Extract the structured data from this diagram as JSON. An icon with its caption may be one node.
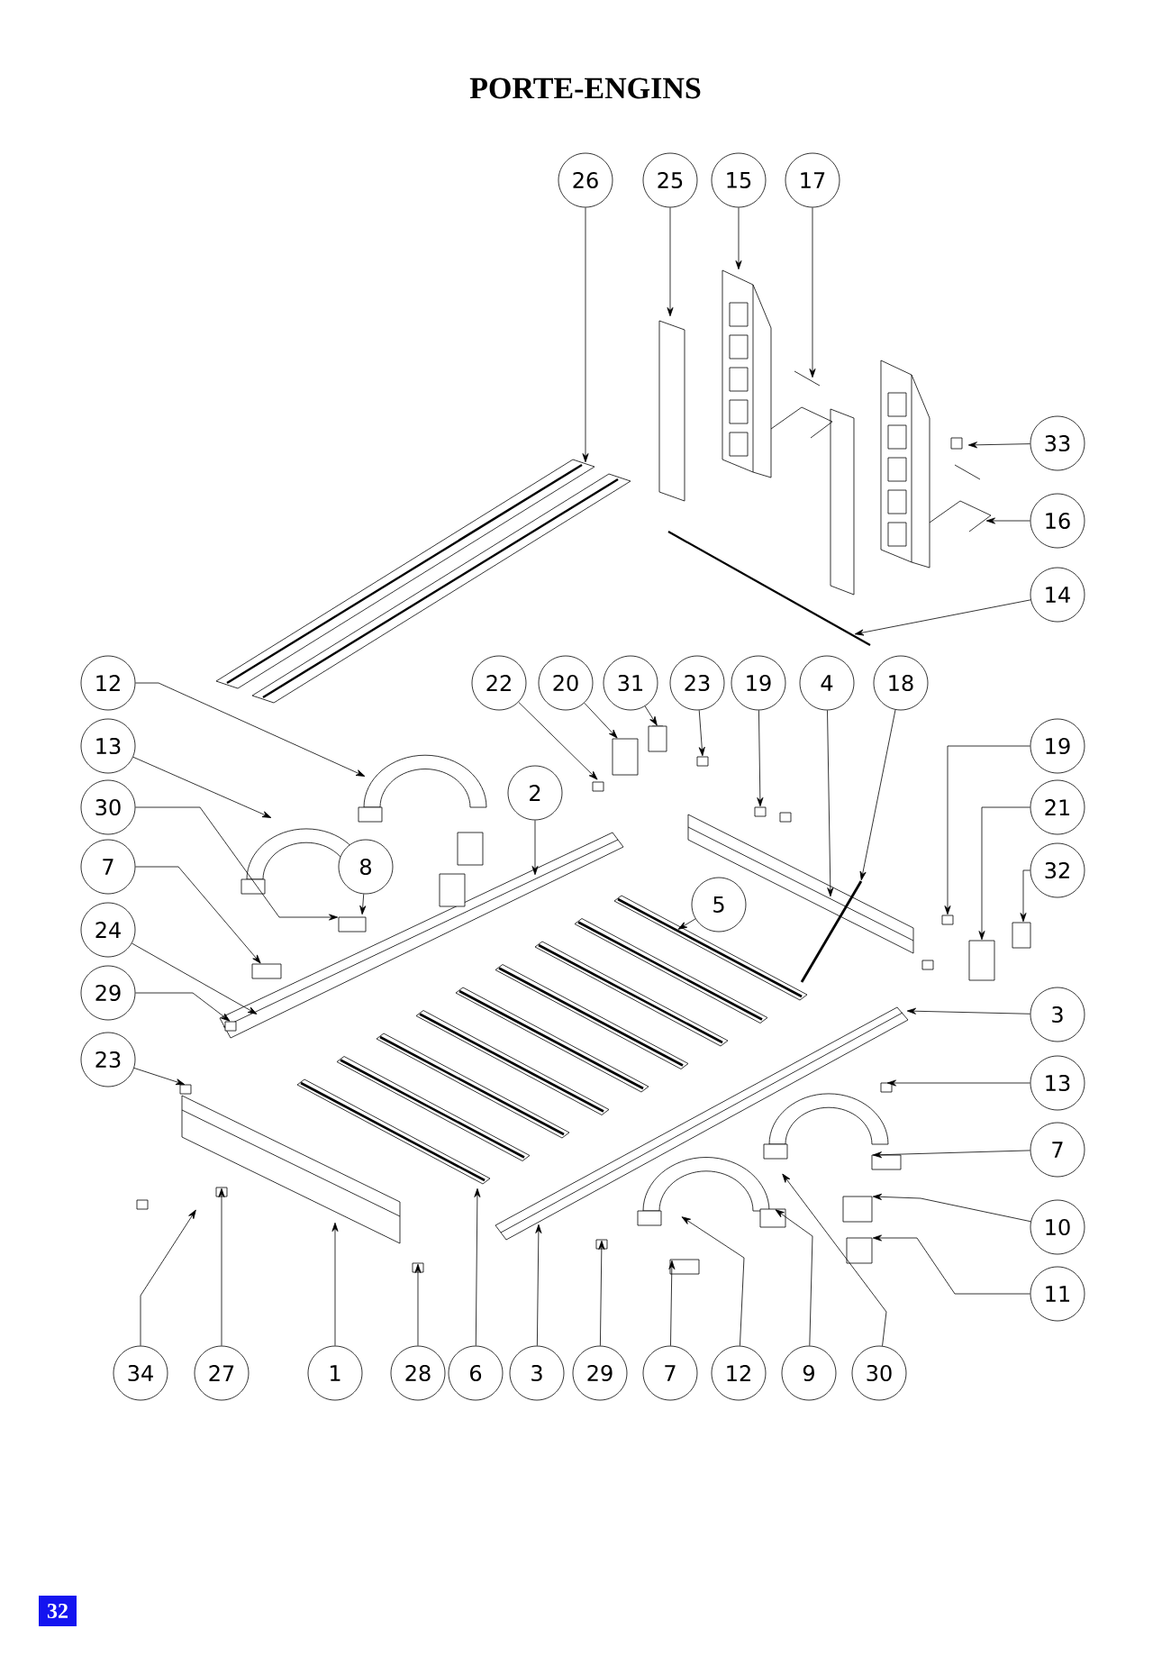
{
  "diagram": {
    "title": "PORTE-ENGINS",
    "nodes": [
      {
        "text": [
          "26"
        ]
      },
      {
        "text": [
          "25"
        ]
      },
      {
        "text": [
          "15"
        ]
      },
      {
        "text": [
          "17"
        ]
      },
      {
        "text": [
          "33"
        ]
      },
      {
        "text": [
          "16"
        ]
      },
      {
        "text": [
          "14"
        ]
      },
      {
        "text": [
          "12"
        ]
      },
      {
        "text": [
          "22"
        ]
      },
      {
        "text": [
          "20"
        ]
      },
      {
        "text": [
          "31"
        ]
      },
      {
        "text": [
          "23"
        ]
      },
      {
        "text": [
          "19"
        ]
      },
      {
        "text": [
          "4"
        ]
      },
      {
        "text": [
          "18"
        ]
      },
      {
        "text": [
          "13"
        ]
      },
      {
        "text": [
          "19"
        ]
      },
      {
        "text": [
          "2"
        ]
      },
      {
        "text": [
          "30"
        ]
      },
      {
        "text": [
          "21"
        ]
      },
      {
        "text": [
          "7"
        ]
      },
      {
        "text": [
          "8"
        ]
      },
      {
        "text": [
          "32"
        ]
      },
      {
        "text": [
          "5"
        ]
      },
      {
        "text": [
          "24"
        ]
      },
      {
        "text": [
          "29"
        ]
      },
      {
        "text": [
          "3"
        ]
      },
      {
        "text": [
          "23"
        ]
      },
      {
        "text": [
          "13"
        ]
      },
      {
        "text": [
          "7"
        ]
      },
      {
        "text": [
          "10"
        ]
      },
      {
        "text": [
          "11"
        ]
      },
      {
        "text": [
          "34"
        ]
      },
      {
        "text": [
          "27"
        ]
      },
      {
        "text": [
          "1"
        ]
      },
      {
        "text": [
          "28"
        ]
      },
      {
        "text": [
          "6"
        ]
      },
      {
        "text": [
          "3"
        ]
      },
      {
        "text": [
          "29"
        ]
      },
      {
        "text": [
          "7"
        ]
      },
      {
        "text": [
          "12"
        ]
      },
      {
        "text": [
          "9"
        ]
      },
      {
        "text": [
          "30"
        ]
      }
    ],
    "edges": [
      {
        "from": 0,
        "to": null,
        "arrow": "to"
      },
      {
        "from": 1,
        "to": null,
        "arrow": "to"
      },
      {
        "from": 2,
        "to": null,
        "arrow": "to"
      },
      {
        "from": 3,
        "to": null,
        "arrow": "to"
      },
      {
        "from": 4,
        "to": null,
        "arrow": "to"
      },
      {
        "from": 5,
        "to": null,
        "arrow": "to"
      },
      {
        "from": 6,
        "to": null,
        "arrow": "to"
      },
      {
        "from": 7,
        "to": null,
        "arrow": "to"
      },
      {
        "from": 8,
        "to": null,
        "arrow": "to"
      },
      {
        "from": 9,
        "to": null,
        "arrow": "to"
      },
      {
        "from": 10,
        "to": null,
        "arrow": "to"
      },
      {
        "from": 11,
        "to": null,
        "arrow": "to"
      },
      {
        "from": 12,
        "to": null,
        "arrow": "to"
      },
      {
        "from": 13,
        "to": null,
        "arrow": "to"
      },
      {
        "from": 14,
        "to": null,
        "arrow": "to"
      },
      {
        "from": 15,
        "to": null,
        "arrow": "to"
      },
      {
        "from": 16,
        "to": null,
        "arrow": "to"
      },
      {
        "from": 17,
        "to": null,
        "arrow": "to"
      },
      {
        "from": 18,
        "to": null,
        "arrow": "to"
      },
      {
        "from": 19,
        "to": null,
        "arrow": "to"
      },
      {
        "from": 20,
        "to": null,
        "arrow": "to"
      },
      {
        "from": 21,
        "to": null,
        "arrow": "to"
      },
      {
        "from": 22,
        "to": null,
        "arrow": "to"
      },
      {
        "from": 23,
        "to": null,
        "arrow": "to"
      },
      {
        "from": 24,
        "to": null,
        "arrow": "to"
      },
      {
        "from": 25,
        "to": null,
        "arrow": "to"
      },
      {
        "from": 26,
        "to": null,
        "arrow": "to"
      },
      {
        "from": 27,
        "to": null,
        "arrow": "to"
      },
      {
        "from": 28,
        "to": null,
        "arrow": "to"
      },
      {
        "from": 29,
        "to": null,
        "arrow": "to"
      },
      {
        "from": 30,
        "to": null,
        "arrow": "to"
      },
      {
        "from": 31,
        "to": null,
        "arrow": "to"
      },
      {
        "from": 32,
        "to": null,
        "arrow": "to"
      },
      {
        "from": 33,
        "to": null,
        "arrow": "to"
      },
      {
        "from": 34,
        "to": null,
        "arrow": "to"
      },
      {
        "from": 35,
        "to": null,
        "arrow": "to"
      },
      {
        "from": 36,
        "to": null,
        "arrow": "to"
      },
      {
        "from": 37,
        "to": null,
        "arrow": "to"
      },
      {
        "from": 38,
        "to": null,
        "arrow": "to"
      },
      {
        "from": 39,
        "to": null,
        "arrow": "to"
      },
      {
        "from": 40,
        "to": null,
        "arrow": "to"
      },
      {
        "from": 41,
        "to": null,
        "arrow": "to"
      },
      {
        "from": 42,
        "to": null,
        "arrow": "to"
      }
    ],
    "labels": [
      "32"
    ]
  }
}
